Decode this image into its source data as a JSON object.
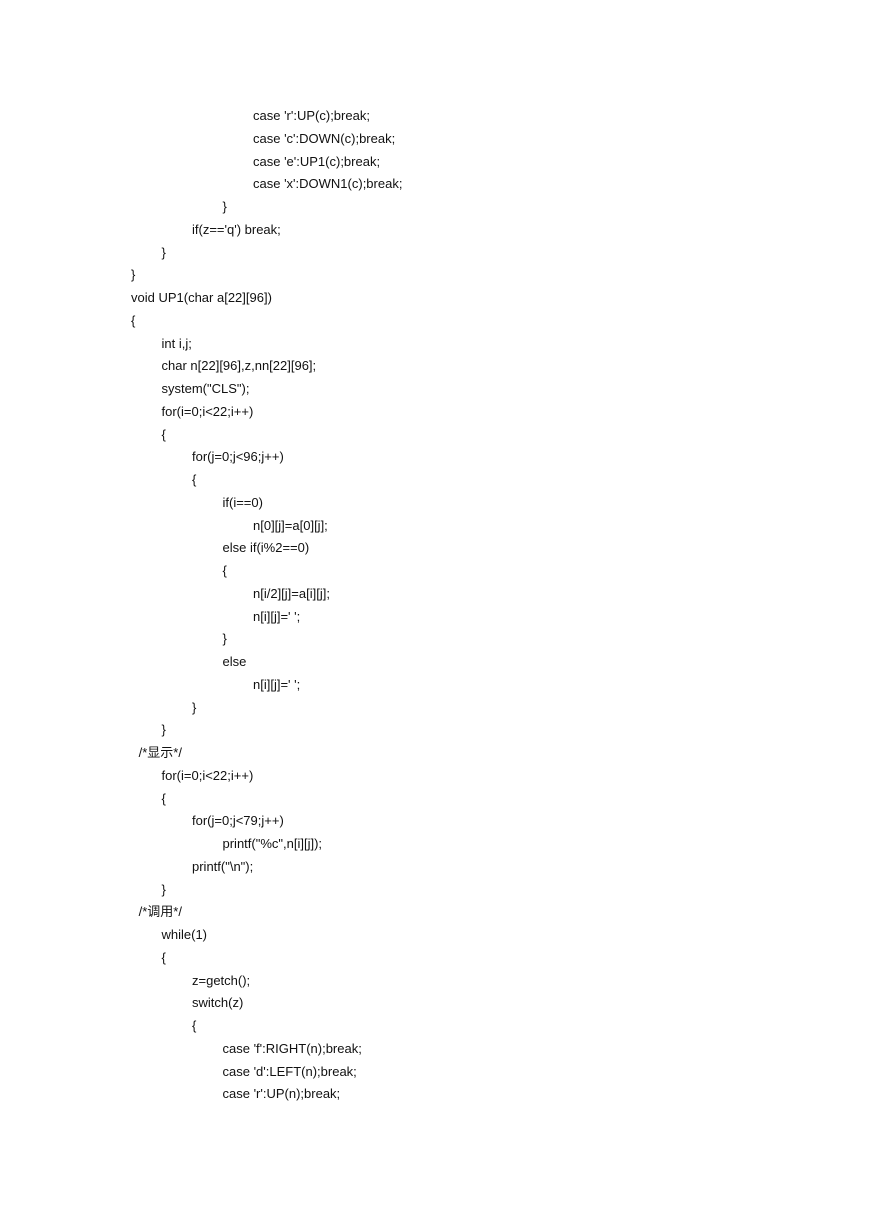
{
  "code": {
    "lines": [
      {
        "indent": 4,
        "text": "case 'r':UP(c);break;"
      },
      {
        "indent": 4,
        "text": "case 'c':DOWN(c);break;"
      },
      {
        "indent": 4,
        "text": "case 'e':UP1(c);break;"
      },
      {
        "indent": 4,
        "text": "case 'x':DOWN1(c);break;"
      },
      {
        "indent": 3,
        "text": "}"
      },
      {
        "indent": 2,
        "text": "if(z=='q') break;"
      },
      {
        "indent": 1,
        "text": "}"
      },
      {
        "indent": 0,
        "text": "}"
      },
      {
        "indent": 0,
        "text": "void UP1(char a[22][96])"
      },
      {
        "indent": 0,
        "text": "{"
      },
      {
        "indent": 1,
        "text": "int i,j;"
      },
      {
        "indent": 1,
        "text": "char n[22][96],z,nn[22][96];"
      },
      {
        "indent": 1,
        "text": "system(\"CLS\");"
      },
      {
        "indent": 1,
        "text": "for(i=0;i<22;i++)"
      },
      {
        "indent": 1,
        "text": "{"
      },
      {
        "indent": 2,
        "text": "for(j=0;j<96;j++)"
      },
      {
        "indent": 2,
        "text": "{"
      },
      {
        "indent": 3,
        "text": "if(i==0)"
      },
      {
        "indent": 4,
        "text": "n[0][j]=a[0][j];"
      },
      {
        "indent": 3,
        "text": "else if(i%2==0)"
      },
      {
        "indent": 3,
        "text": "{"
      },
      {
        "indent": 4,
        "text": "n[i/2][j]=a[i][j];"
      },
      {
        "indent": 4,
        "text": "n[i][j]=' ';"
      },
      {
        "indent": 3,
        "text": "}"
      },
      {
        "indent": 3,
        "text": "else"
      },
      {
        "indent": 4,
        "text": "n[i][j]=' ';"
      },
      {
        "indent": 2,
        "text": "}"
      },
      {
        "indent": 1,
        "text": "}"
      },
      {
        "indent": 0.25,
        "text": "/*显示*/"
      },
      {
        "indent": 1,
        "text": "for(i=0;i<22;i++)"
      },
      {
        "indent": 1,
        "text": "{"
      },
      {
        "indent": 2,
        "text": "for(j=0;j<79;j++)"
      },
      {
        "indent": 3,
        "text": "printf(\"%c\",n[i][j]);"
      },
      {
        "indent": 2,
        "text": "printf(\"\\n\");"
      },
      {
        "indent": 1,
        "text": "}"
      },
      {
        "indent": 0.25,
        "text": "/*调用*/"
      },
      {
        "indent": 1,
        "text": "while(1)"
      },
      {
        "indent": 1,
        "text": "{"
      },
      {
        "indent": 2,
        "text": "z=getch();"
      },
      {
        "indent": 2,
        "text": "switch(z)"
      },
      {
        "indent": 2,
        "text": "{"
      },
      {
        "indent": 3,
        "text": "case 'f':RIGHT(n);break;"
      },
      {
        "indent": 3,
        "text": "case 'd':LEFT(n);break;"
      },
      {
        "indent": 3,
        "text": "case 'r':UP(n);break;"
      }
    ]
  }
}
